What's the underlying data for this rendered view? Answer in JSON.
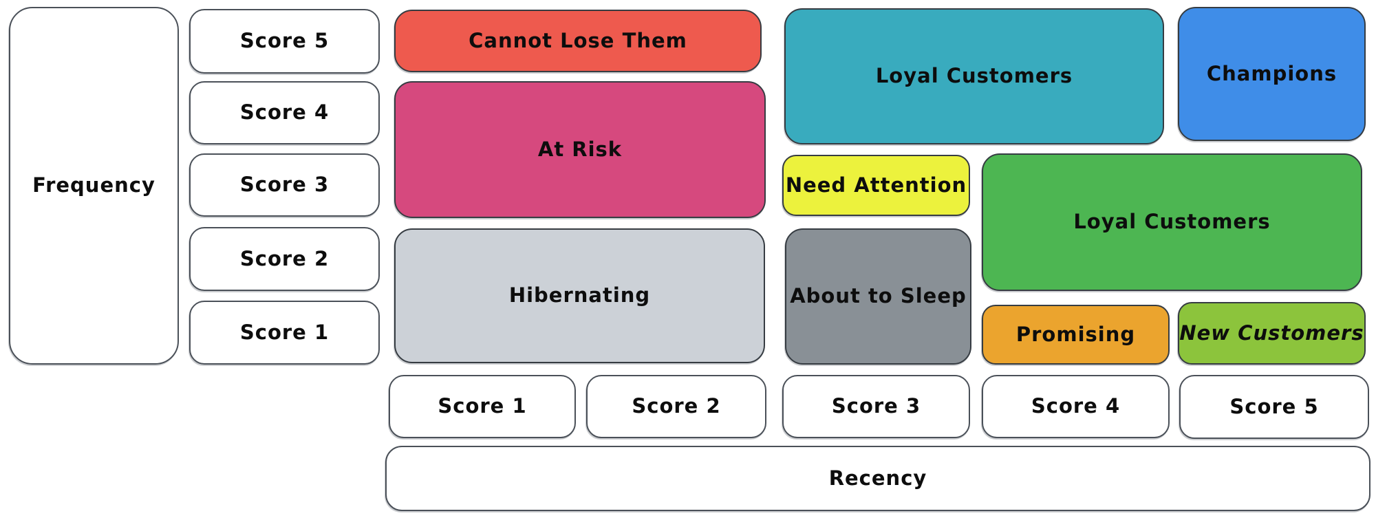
{
  "diagram": {
    "ink_color": "#3e444a",
    "background_color": "#ffffff"
  },
  "frequency_axis": {
    "label": "Frequency",
    "scores": [
      "Score 5",
      "Score 4",
      "Score 3",
      "Score 2",
      "Score 1"
    ]
  },
  "recency_axis": {
    "label": "Recency",
    "scores": [
      "Score 1",
      "Score 2",
      "Score 3",
      "Score 4",
      "Score 5"
    ]
  },
  "segments": {
    "cannot_lose_them": {
      "label": "Cannot Lose Them",
      "color": "#ee5a4e"
    },
    "at_risk": {
      "label": "At Risk",
      "color": "#d6497e"
    },
    "hibernating": {
      "label": "Hibernating",
      "color": "#ccd1d7"
    },
    "loyal_customers_teal": {
      "label": "Loyal Customers",
      "color": "#39abbe"
    },
    "champions": {
      "label": "Champions",
      "color": "#3f8de8"
    },
    "need_attention": {
      "label": "Need Attention",
      "color": "#ecf23d"
    },
    "about_to_sleep": {
      "label": "About to Sleep",
      "color": "#899096"
    },
    "loyal_customers_green": {
      "label": "Loyal Customers",
      "color": "#4db652"
    },
    "promising": {
      "label": "Promising",
      "color": "#eba42e"
    },
    "new_customers": {
      "label": "New Customers",
      "color": "#8cc43c"
    }
  }
}
